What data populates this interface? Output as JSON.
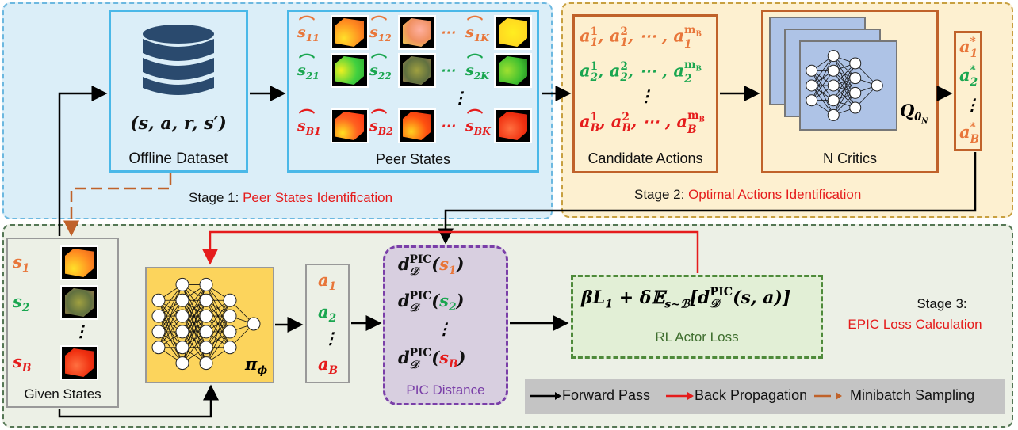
{
  "stage1": {
    "prefix": "Stage 1: ",
    "title": "Peer States Identification"
  },
  "stage2": {
    "prefix": "Stage 2: ",
    "title": "Optimal Actions Identification"
  },
  "stage3": {
    "prefix": "Stage 3:",
    "title": "EPIC Loss Calculation"
  },
  "dataset": {
    "tuple": "(s, a, r, s′)",
    "label": "Offline Dataset",
    "icon": "database-icon"
  },
  "peer": {
    "label": "Peer States",
    "rows": [
      {
        "i": "1",
        "color": "#e8763a",
        "cells": [
          "11",
          "12",
          "1K"
        ]
      },
      {
        "i": "2",
        "color": "#1aa650",
        "cells": [
          "21",
          "22",
          "2K"
        ]
      },
      {
        "i": "B",
        "color": "#e51c1c",
        "cells": [
          "B1",
          "B2",
          "BK"
        ]
      }
    ],
    "symbol": "s",
    "dots": "⋯",
    "vdots": "⋮"
  },
  "candidates": {
    "label": "Candidate Actions",
    "sup": [
      "1",
      "2",
      "m"
    ],
    "sup_sub": "B",
    "rows": [
      "1",
      "2",
      "B"
    ]
  },
  "critics": {
    "label": "N Critics",
    "q": "Q",
    "theta": "θ",
    "n": "N"
  },
  "optimal": {
    "rows": [
      "1",
      "2",
      "B"
    ],
    "star": "*"
  },
  "given": {
    "label": "Given States",
    "rows": [
      "1",
      "2",
      "B"
    ]
  },
  "policy": {
    "pi": "π",
    "phi": "ϕ"
  },
  "actions": {
    "rows": [
      "1",
      "2",
      "B"
    ]
  },
  "pic": {
    "label": "PIC Distance",
    "sup": "PIC",
    "sub": "𝒟",
    "rows": [
      "1",
      "2",
      "B"
    ]
  },
  "loss": {
    "formula_a": "βL",
    "formula_b": "1",
    "formula_c": " + δ𝔼",
    "formula_d": "s~ℬ",
    "formula_e": "[d",
    "formula_f": "(s, a)]",
    "label": "RL Actor Loss"
  },
  "legend": {
    "forward": "Forward Pass",
    "back": "Back Propagation",
    "mini": "Minibatch Sampling"
  },
  "colors": {
    "orange": "#e8763a",
    "green": "#1aa650",
    "red": "#e51c1c",
    "blue_border": "#4ab8e8",
    "brown_border": "#c0622a",
    "purple": "#7a3fa8"
  }
}
